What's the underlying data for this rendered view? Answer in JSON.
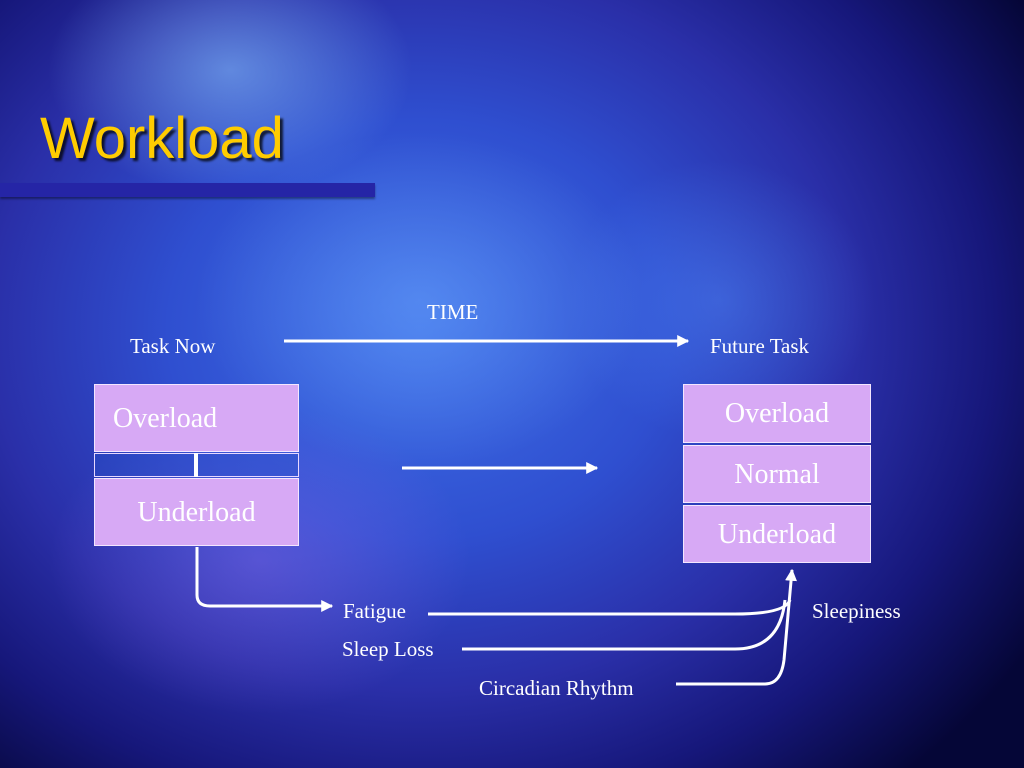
{
  "slide": {
    "title": "Workload"
  },
  "diagram": {
    "time_label": "TIME",
    "task_now_label": "Task Now",
    "future_task_label": "Future Task",
    "current_state": {
      "overload": "Overload",
      "underload": "Underload"
    },
    "future_state": {
      "overload": "Overload",
      "normal": "Normal",
      "underload": "Underload"
    },
    "factors": {
      "fatigue": "Fatigue",
      "sleep_loss": "Sleep Loss",
      "circadian_rhythm": "Circadian Rhythm",
      "sleepiness": "Sleepiness"
    }
  },
  "colors": {
    "title": "#ffcc00",
    "box_fill": "#d7a9f5",
    "text": "#ffffff",
    "arrow": "#ffffff"
  }
}
